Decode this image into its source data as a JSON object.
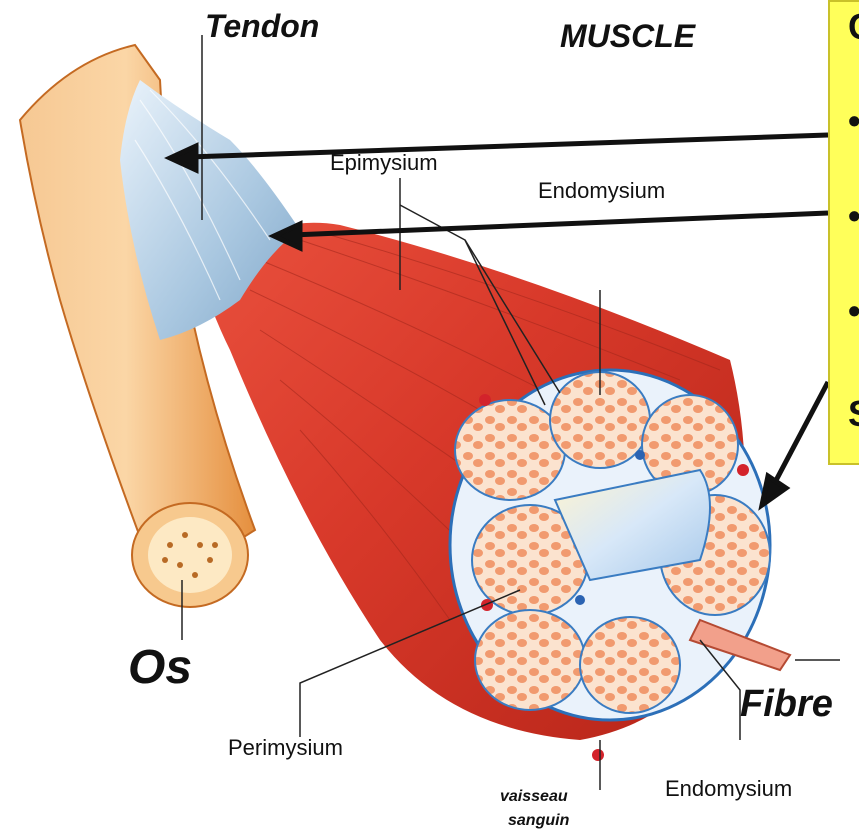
{
  "labels": {
    "tendon": "Tendon",
    "muscle": "MUSCLE",
    "epimysium": "Epimysium",
    "endomysium_top": "Endomysium",
    "os": "Os",
    "perimysium": "Perimysium",
    "vaisseau": "vaisseau",
    "sanguin": "sanguin",
    "endomysium_bottom": "Endomysium",
    "fibre": "Fibre"
  },
  "side_panel": {
    "title_fragment": "C",
    "bullets": [
      "•",
      "•",
      "•"
    ],
    "footer_fragment": "S"
  },
  "colors": {
    "muscle": "#d93a2b",
    "bone": "#f2b070",
    "tendon": "#bcd6ea",
    "panel": "#ffff5a"
  }
}
